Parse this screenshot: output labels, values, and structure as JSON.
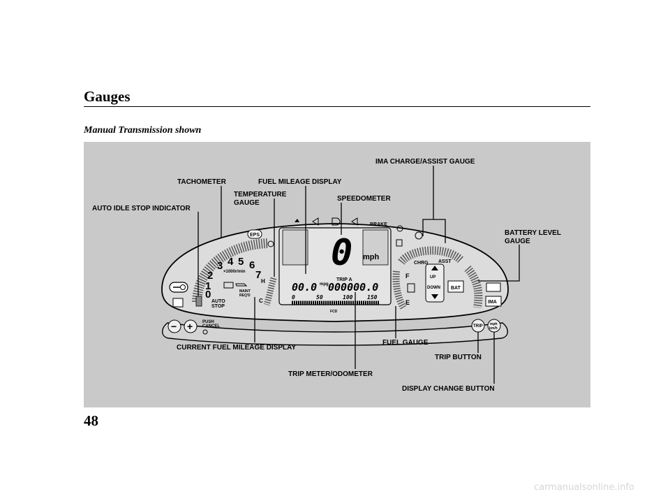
{
  "header": {
    "title": "Gauges",
    "subtitle": "Manual Transmission shown"
  },
  "callouts": {
    "tachometer": "TACHOMETER",
    "fuel_mileage_display": "FUEL MILEAGE DISPLAY",
    "ima_charge_assist_gauge": "IMA CHARGE/ASSIST GAUGE",
    "temperature_gauge_line1": "TEMPERATURE",
    "temperature_gauge_line2": "GAUGE",
    "speedometer": "SPEEDOMETER",
    "auto_idle_stop_indicator": "AUTO IDLE STOP INDICATOR",
    "battery_level_gauge_line1": "BATTERY LEVEL",
    "battery_level_gauge_line2": "GAUGE",
    "current_fuel_mileage_display": "CURRENT FUEL MILEAGE DISPLAY",
    "fuel_gauge": "FUEL GAUGE",
    "trip_button": "TRIP BUTTON",
    "trip_meter_odometer": "TRIP METER/ODOMETER",
    "display_change_button": "DISPLAY CHANGE BUTTON"
  },
  "cluster": {
    "tach_numbers": [
      "0",
      "1",
      "2",
      "3",
      "4",
      "5",
      "6",
      "7"
    ],
    "tach_unit": "×1000r/min",
    "auto_stop_line1": "AUTO",
    "auto_stop_line2": "STOP",
    "maint_line1": "MAINT",
    "maint_line2": "REQ'D",
    "eps": "EPS",
    "brake": "BRAKE",
    "temp_hot": "H",
    "temp_cold": "C",
    "speed_value": "0",
    "speed_unit": "mph",
    "trip_label": "TRIP A",
    "mileage_value": "00.0",
    "mileage_unit": "mpg",
    "odometer_value": "000000.0",
    "bar_scale": [
      "0",
      "50",
      "100",
      "150"
    ],
    "bar_unit": "FCD",
    "charge_label": "CHRG",
    "assist_label": "ASST",
    "fuel_full": "F",
    "fuel_empty": "E",
    "up_label": "UP",
    "down_label": "DOWN",
    "bat_label": "BAT",
    "ima_label": "IMA",
    "push_cancel_line1": "PUSH",
    "push_cancel_line2": "CANCEL",
    "minus_sign": "−",
    "plus_sign": "+",
    "trip_button_label": "TRIP",
    "mph_button_line1": "mph",
    "mph_button_line2": "km/h"
  },
  "footer": {
    "page_number": "48",
    "watermark": "carmanualsonline.info"
  }
}
